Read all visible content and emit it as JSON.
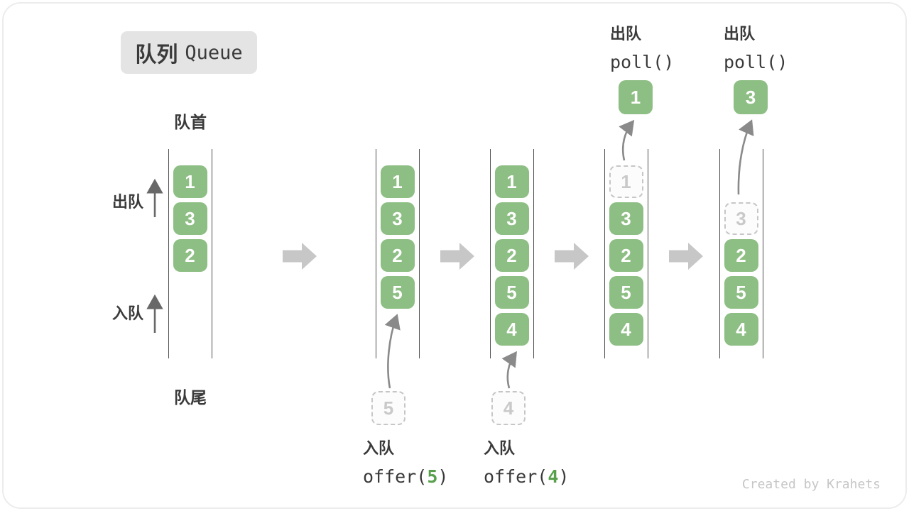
{
  "title": {
    "zh": "队列",
    "en": "Queue"
  },
  "labels": {
    "front": "队首",
    "rear": "队尾",
    "dequeue": "出队",
    "enqueue": "入队"
  },
  "colors": {
    "box_green": "#8dbe83",
    "ghost_gray": "#c6c6c6",
    "block_arrow_gray": "#c7c7c7",
    "accent_green": "#58a04c",
    "wall_gray": "#4f4f4f",
    "text_dark": "#3a3a3a"
  },
  "queues": [
    {
      "slots": [
        {
          "row": 0,
          "value": "1",
          "type": "green"
        },
        {
          "row": 1,
          "value": "3",
          "type": "green"
        },
        {
          "row": 2,
          "value": "2",
          "type": "green"
        }
      ]
    },
    {
      "slots": [
        {
          "row": 0,
          "value": "1",
          "type": "green"
        },
        {
          "row": 1,
          "value": "3",
          "type": "green"
        },
        {
          "row": 2,
          "value": "2",
          "type": "green"
        },
        {
          "row": 3,
          "value": "5",
          "type": "green"
        }
      ],
      "pending": "5"
    },
    {
      "slots": [
        {
          "row": 0,
          "value": "1",
          "type": "green"
        },
        {
          "row": 1,
          "value": "3",
          "type": "green"
        },
        {
          "row": 2,
          "value": "2",
          "type": "green"
        },
        {
          "row": 3,
          "value": "5",
          "type": "green"
        },
        {
          "row": 4,
          "value": "4",
          "type": "green"
        }
      ],
      "pending": "4"
    },
    {
      "slots": [
        {
          "row": 0,
          "value": "1",
          "type": "ghost"
        },
        {
          "row": 1,
          "value": "3",
          "type": "green"
        },
        {
          "row": 2,
          "value": "2",
          "type": "green"
        },
        {
          "row": 3,
          "value": "5",
          "type": "green"
        },
        {
          "row": 4,
          "value": "4",
          "type": "green"
        }
      ],
      "out": "1"
    },
    {
      "slots": [
        {
          "row": 1,
          "value": "3",
          "type": "ghost"
        },
        {
          "row": 2,
          "value": "2",
          "type": "green"
        },
        {
          "row": 3,
          "value": "5",
          "type": "green"
        },
        {
          "row": 4,
          "value": "4",
          "type": "green"
        }
      ],
      "out": "3"
    }
  ],
  "ops_enqueue": [
    {
      "zh": "入队",
      "fn": "offer(",
      "arg": "5",
      "close": ")"
    },
    {
      "zh": "入队",
      "fn": "offer(",
      "arg": "4",
      "close": ")"
    }
  ],
  "ops_dequeue": [
    {
      "zh": "出队",
      "fn": "poll()"
    },
    {
      "zh": "出队",
      "fn": "poll()"
    }
  ],
  "watermark": "Created by Krahets"
}
